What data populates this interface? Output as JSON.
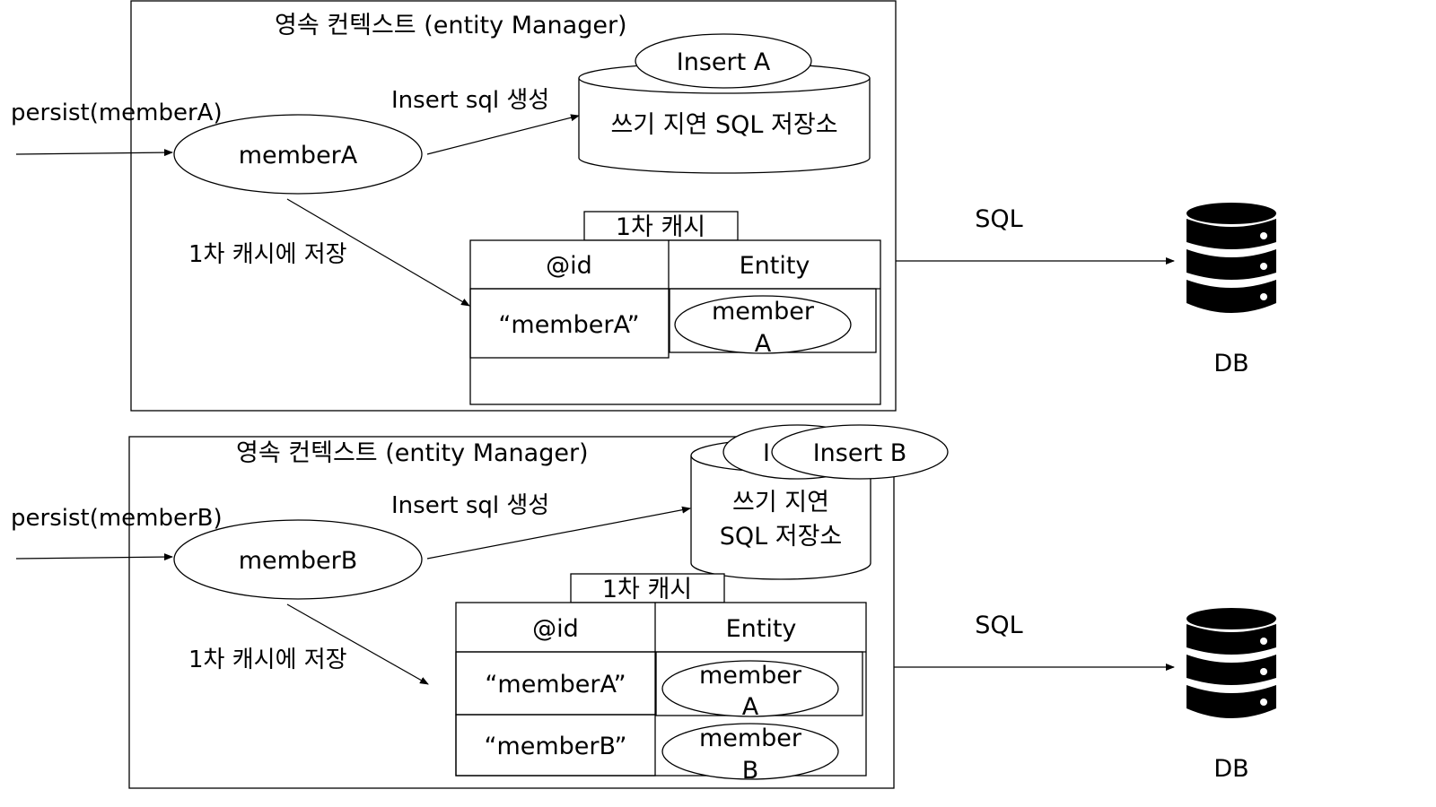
{
  "panel_a": {
    "title": "영속 컨텍스트 (entity Manager)",
    "persist_label": "persist(memberA)",
    "entity_label": "memberA",
    "arrow_label": "Insert sql 생성",
    "sql_store_label": "쓰기 지연 SQL 저장소",
    "insert_queries": [
      "Insert A"
    ],
    "save_label": "1차 캐시에 저장",
    "cache_title": "1차 캐시",
    "cache_col_id": "@id",
    "cache_col_entity": "Entity",
    "cache_rows": [
      {
        "id": "“memberA”",
        "entity_line1": "member",
        "entity_line2": "A"
      }
    ],
    "sql_label": "SQL",
    "db_label": "DB"
  },
  "panel_b": {
    "title": "영속 컨텍스트 (entity Manager)",
    "persist_label": "persist(memberB)",
    "entity_label": "memberB",
    "arrow_label": "Insert sql 생성",
    "sql_store_line1": "쓰기 지연",
    "sql_store_line2": "SQL 저장소",
    "insert_queries": [
      "I",
      "Insert B"
    ],
    "save_label": "1차 캐시에 저장",
    "cache_title": "1차 캐시",
    "cache_col_id": "@id",
    "cache_col_entity": "Entity",
    "cache_rows": [
      {
        "id": "“memberA”",
        "entity_line1": "member",
        "entity_line2": "A"
      },
      {
        "id": "“memberB”",
        "entity_line1": "member",
        "entity_line2": "B"
      }
    ],
    "sql_label": "SQL",
    "db_label": "DB"
  },
  "icons": {
    "database": "database-icon"
  },
  "colors": {
    "stroke": "#000000",
    "background": "#ffffff"
  }
}
